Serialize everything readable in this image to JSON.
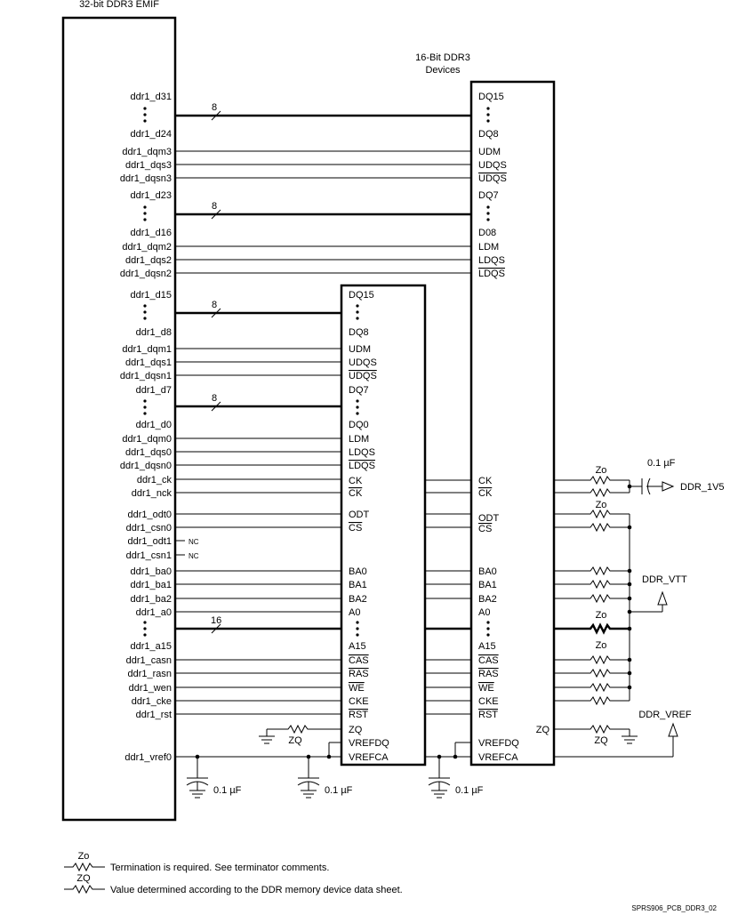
{
  "emif": {
    "title": "32-bit DDR3 EMIF",
    "pins": [
      "ddr1_d31",
      "ddr1_d24",
      "ddr1_dqm3",
      "ddr1_dqs3",
      "ddr1_dqsn3",
      "ddr1_d23",
      "ddr1_d16",
      "ddr1_dqm2",
      "ddr1_dqs2",
      "ddr1_dqsn2",
      "ddr1_d15",
      "ddr1_d8",
      "ddr1_dqm1",
      "ddr1_dqs1",
      "ddr1_dqsn1",
      "ddr1_d7",
      "ddr1_d0",
      "ddr1_dqm0",
      "ddr1_dqs0",
      "ddr1_dqsn0",
      "ddr1_ck",
      "ddr1_nck",
      "ddr1_odt0",
      "ddr1_csn0",
      "ddr1_odt1",
      "ddr1_csn1",
      "ddr1_ba0",
      "ddr1_ba1",
      "ddr1_ba2",
      "ddr1_a0",
      "ddr1_a15",
      "ddr1_casn",
      "ddr1_rasn",
      "ddr1_wen",
      "ddr1_cke",
      "ddr1_rst",
      "ddr1_vref0"
    ],
    "nc_label": "NC"
  },
  "device_upper": {
    "title_line1": "16-Bit DDR3",
    "title_line2": "Devices",
    "pins": [
      {
        "label": "DQ15"
      },
      {
        "label": "DQ8"
      },
      {
        "label": "UDM"
      },
      {
        "label": "UDQS"
      },
      {
        "label": "UDQS",
        "bar": true
      },
      {
        "label": "DQ7"
      },
      {
        "label": "D08"
      },
      {
        "label": "LDM"
      },
      {
        "label": "LDQS"
      },
      {
        "label": "LDQS",
        "bar": true
      },
      {
        "label": "CK"
      },
      {
        "label": "CK",
        "bar": true
      },
      {
        "label": "ODT"
      },
      {
        "label": "CS",
        "bar": true
      },
      {
        "label": "BA0"
      },
      {
        "label": "BA1"
      },
      {
        "label": "BA2"
      },
      {
        "label": "A0"
      },
      {
        "label": "A15"
      },
      {
        "label": "CAS",
        "bar": true
      },
      {
        "label": "RAS",
        "bar": true
      },
      {
        "label": "WE",
        "bar": true
      },
      {
        "label": "CKE"
      },
      {
        "label": "RST",
        "bar": true
      },
      {
        "label": "VREFDQ"
      },
      {
        "label": "VREFCA"
      }
    ],
    "zq_label": "ZQ"
  },
  "device_lower": {
    "pins": [
      {
        "label": "DQ15"
      },
      {
        "label": "DQ8"
      },
      {
        "label": "UDM"
      },
      {
        "label": "UDQS"
      },
      {
        "label": "UDQS",
        "bar": true
      },
      {
        "label": "DQ7"
      },
      {
        "label": "DQ0"
      },
      {
        "label": "LDM"
      },
      {
        "label": "LDQS"
      },
      {
        "label": "LDQS",
        "bar": true
      },
      {
        "label": "CK"
      },
      {
        "label": "CK",
        "bar": true
      },
      {
        "label": "ODT"
      },
      {
        "label": "CS",
        "bar": true
      },
      {
        "label": "BA0"
      },
      {
        "label": "BA1"
      },
      {
        "label": "BA2"
      },
      {
        "label": "A0"
      },
      {
        "label": "A15"
      },
      {
        "label": "CAS",
        "bar": true
      },
      {
        "label": "RAS",
        "bar": true
      },
      {
        "label": "WE",
        "bar": true
      },
      {
        "label": "CKE"
      },
      {
        "label": "RST",
        "bar": true
      },
      {
        "label": "ZQ"
      },
      {
        "label": "VREFDQ"
      },
      {
        "label": "VREFCA"
      }
    ]
  },
  "bus_widths": [
    "8",
    "8",
    "8",
    "8",
    "16"
  ],
  "resistor_labels": {
    "zo": "Zo",
    "zq": "ZQ"
  },
  "capacitor_label": "0.1 µF",
  "nets": {
    "ddr_1v5": "DDR_1V5",
    "ddr_vtt": "DDR_VTT",
    "ddr_vref": "DDR_VREF"
  },
  "legend": {
    "zo_symbol": "Zo",
    "zo_text": "Termination is required. See terminator comments.",
    "zq_symbol": "ZQ",
    "zq_text": "Value determined according to the DDR memory device data sheet."
  },
  "figure_id": "SPRS906_PCB_DDR3_02"
}
